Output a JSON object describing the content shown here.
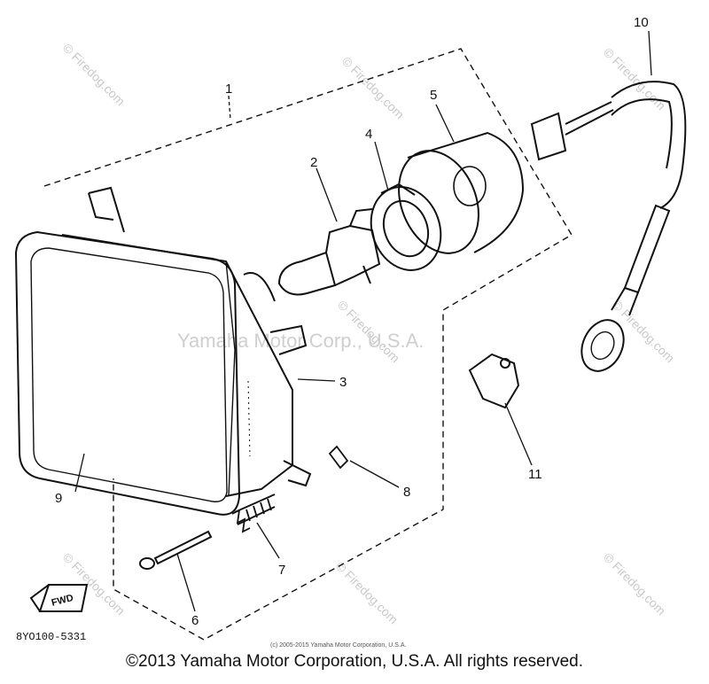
{
  "callouts": {
    "n1": "1",
    "n2": "2",
    "n3": "3",
    "n4": "4",
    "n5": "5",
    "n6": "6",
    "n7": "7",
    "n8": "8",
    "n9": "9",
    "n10": "10",
    "n11": "11"
  },
  "watermark": {
    "site": "© Firedog.com",
    "corp": "Yamaha Motor Corp., U.S.A."
  },
  "fwd_label": "FWD",
  "diagram_code": "8YO100-5331",
  "small_copyright": "(c) 2005-2015 Yamaha Motor Corporation, U.S.A.",
  "copyright": "©2013 Yamaha Motor Corporation, U.S.A. All rights reserved."
}
